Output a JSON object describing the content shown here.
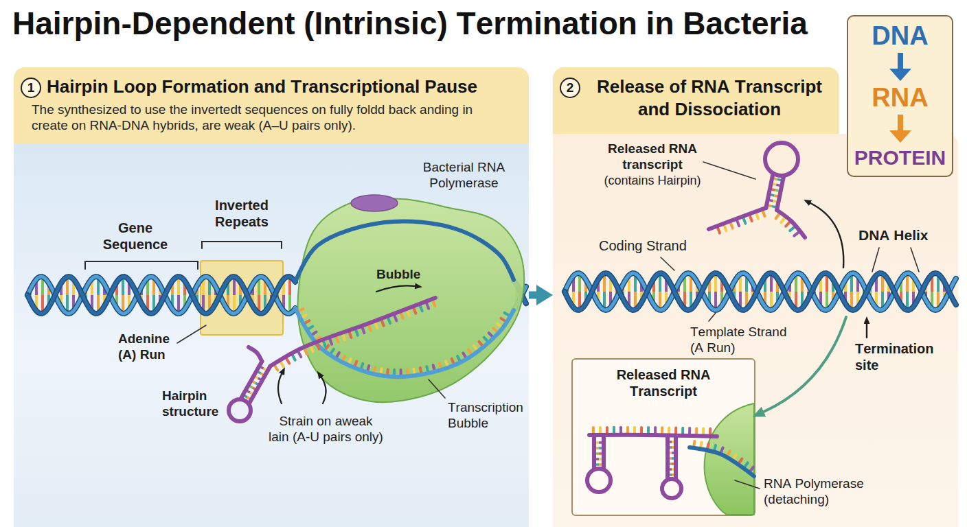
{
  "diagram": {
    "title": "Hairpin-Dependent (Intrinsic) Termination in Bacteria",
    "nodes": [
      {
        "text": [
          "Hairpin Loop Formation and Transcriptional Pause",
          "The synthesized to use the invertedt sequences on fully foldd back anding in create on RNA-DNA hybrids, are weak (A–U pairs only)."
        ]
      },
      {
        "text": [
          "1"
        ],
        "in": 0
      },
      {
        "text": [
          "Release of RNA Transcript and Dissociation"
        ]
      },
      {
        "text": [
          "2"
        ],
        "in": 2
      },
      {
        "text": [
          "DNA",
          "RNA",
          "PROTEIN"
        ]
      },
      {
        "text": [
          "Released RNA Transcript"
        ],
        "in": 2
      }
    ],
    "edges": [
      {
        "from": 0,
        "to": 2,
        "arrow": "to"
      }
    ],
    "labels": [
      "Bacterial RNA Polymerase",
      "Inverted Repeats",
      "Gene Sequence",
      "Bubble",
      "Adenine (A) Run",
      "Hairpin structure",
      "Strain on aweak lain (A-U pairs only)",
      "Transcription Bubble",
      "Released RNA transcript",
      "(contains Hairpin)",
      "Coding Strand",
      "DNA Helix",
      "Template Strand (A Run)",
      "Termination site",
      "RNA Polymerase (detaching)"
    ]
  }
}
